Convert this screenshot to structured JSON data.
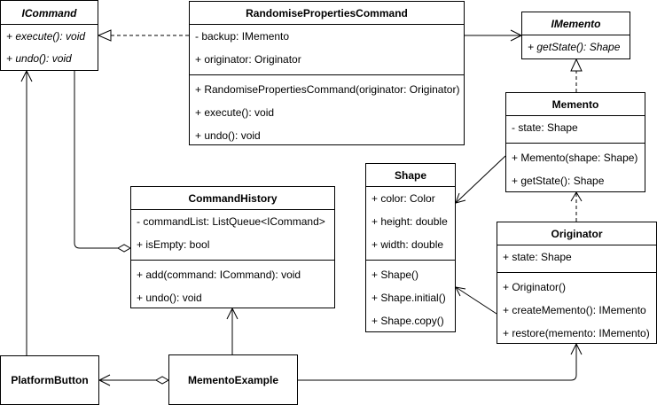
{
  "icommand": {
    "name": "ICommand",
    "methods": [
      "+ execute(): void",
      "+ undo(): void"
    ]
  },
  "randomise": {
    "name": "RandomisePropertiesCommand",
    "attributes": [
      "- backup: IMemento",
      "+ originator: Originator"
    ],
    "methods": [
      "+ RandomisePropertiesCommand(originator: Originator)",
      "+ execute(): void",
      "+ undo(): void"
    ]
  },
  "imemento": {
    "name": "IMemento",
    "methods": [
      "+ getState(): Shape"
    ]
  },
  "memento": {
    "name": "Memento",
    "attributes": [
      "- state: Shape"
    ],
    "methods": [
      "+ Memento(shape: Shape)",
      "+ getState(): Shape"
    ]
  },
  "shape": {
    "name": "Shape",
    "attributes": [
      "+ color: Color",
      "+ height: double",
      "+ width: double"
    ],
    "methods": [
      "+ Shape()",
      "+ Shape.initial()",
      "+ Shape.copy()"
    ]
  },
  "commandhistory": {
    "name": "CommandHistory",
    "attributes": [
      "- commandList: ListQueue<ICommand>",
      "+ isEmpty: bool"
    ],
    "methods": [
      "+ add(command: ICommand): void",
      "+ undo(): void"
    ]
  },
  "originator": {
    "name": "Originator",
    "attributes": [
      "+ state: Shape"
    ],
    "methods": [
      "+ Originator()",
      "+ createMemento(): IMemento",
      "+ restore(memento: IMemento)"
    ]
  },
  "platformbutton": {
    "name": "PlatformButton"
  },
  "mementoexample": {
    "name": "MementoExample"
  }
}
